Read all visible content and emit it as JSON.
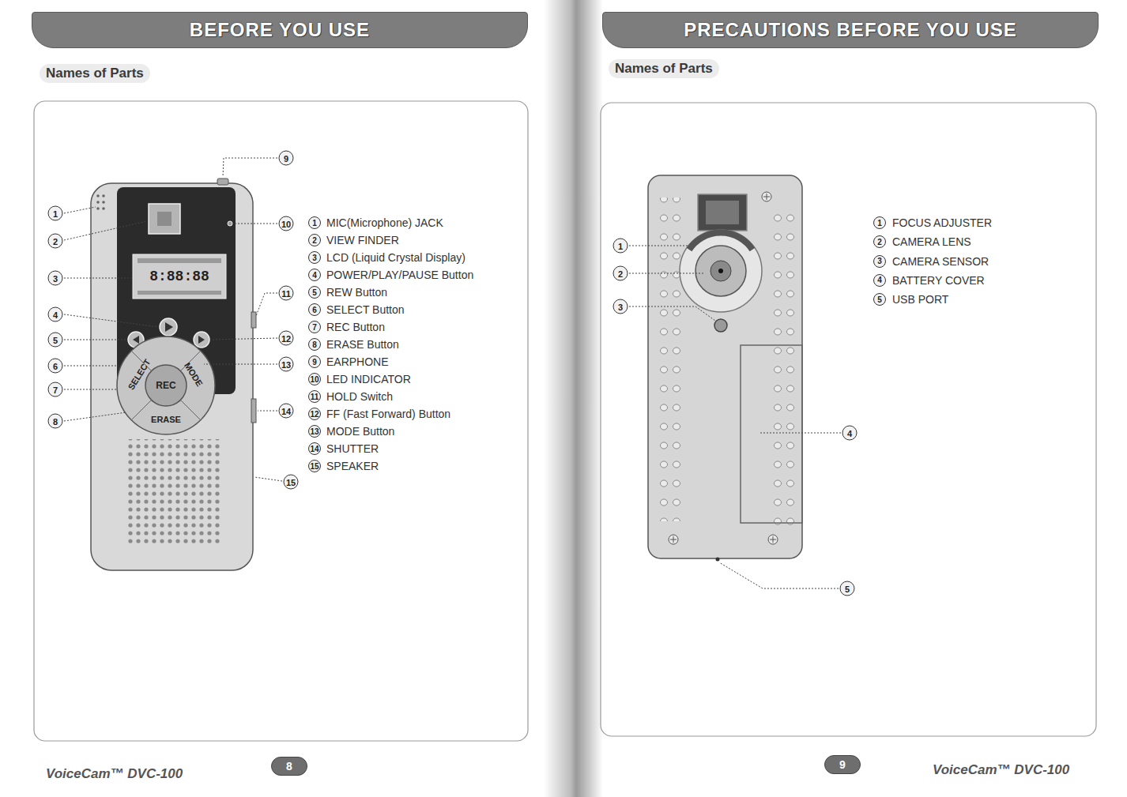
{
  "diagram": {
    "nodes": [
      {
        "text": [
          "BEFORE YOU USE"
        ]
      },
      {
        "text": [
          "PRECAUTIONS BEFORE YOU USE"
        ]
      },
      {
        "text": [
          "8"
        ]
      },
      {
        "text": [
          "9"
        ]
      }
    ],
    "labels": [
      "Names of Parts",
      "Names of Parts",
      "1",
      "2",
      "3",
      "4",
      "5",
      "6",
      "7",
      "8",
      "9",
      "10",
      "11",
      "12",
      "13",
      "14",
      "15",
      "1",
      "2",
      "3",
      "4",
      "5",
      "6",
      "7",
      "8",
      "9",
      "10",
      "11",
      "12",
      "13",
      "14",
      "15",
      "MIC(Microphone) JACK",
      "VIEW FINDER",
      "LCD (Liquid Crystal Display)",
      "POWER/PLAY/PAUSE Button",
      "REW Button",
      "SELECT Button",
      "REC Button",
      "ERASE Button",
      "EARPHONE",
      "LED INDICATOR",
      "HOLD Switch",
      "FF (Fast Forward) Button",
      "MODE Button",
      "SHUTTER",
      "SPEAKER",
      "1",
      "2",
      "3",
      "4",
      "5",
      "1",
      "2",
      "3",
      "4",
      "5",
      "FOCUS ADJUSTER",
      "CAMERA LENS",
      "CAMERA SENSOR",
      "BATTERY COVER",
      "USB PORT",
      "SELECT",
      "MODE",
      "REC",
      "ERASE",
      "8:88:88",
      "VoiceCam™ DVC-100",
      "VoiceCam™ DVC-100"
    ]
  }
}
